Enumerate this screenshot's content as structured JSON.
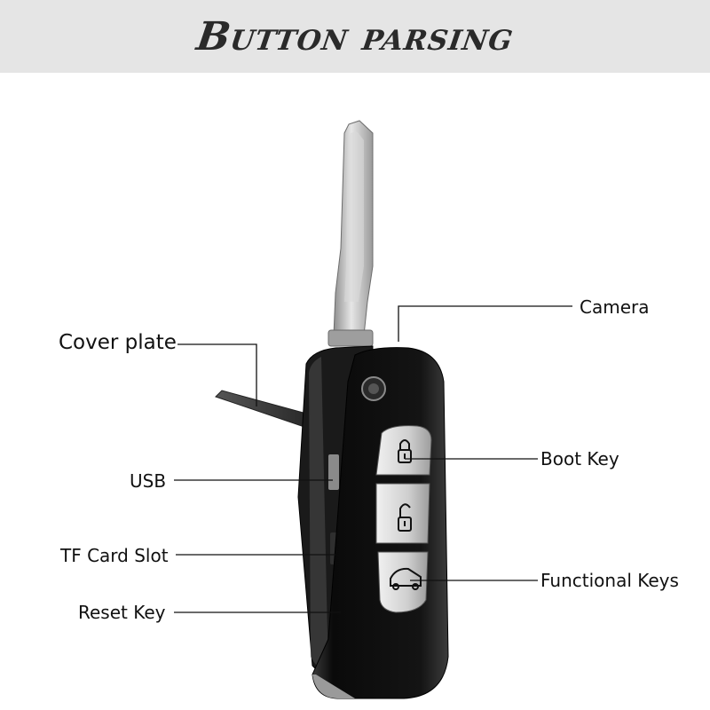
{
  "header": {
    "title": "Button parsing"
  },
  "labels": {
    "camera": "Camera",
    "cover_plate": "Cover plate",
    "usb": "USB",
    "boot_key": "Boot Key",
    "tf_card_slot": "TF Card Slot",
    "functional_keys": "Functional Keys",
    "reset_key": "Reset Key"
  },
  "icons": {
    "key1": "lock-closed-icon",
    "key2": "lock-open-icon",
    "key3": "car-trunk-icon"
  },
  "colors": {
    "header_bg": "#e5e5e5",
    "body_black": "#0d0d0d",
    "button_silver": "#c9c9c9",
    "blade_silver": "#bdbdbd"
  }
}
